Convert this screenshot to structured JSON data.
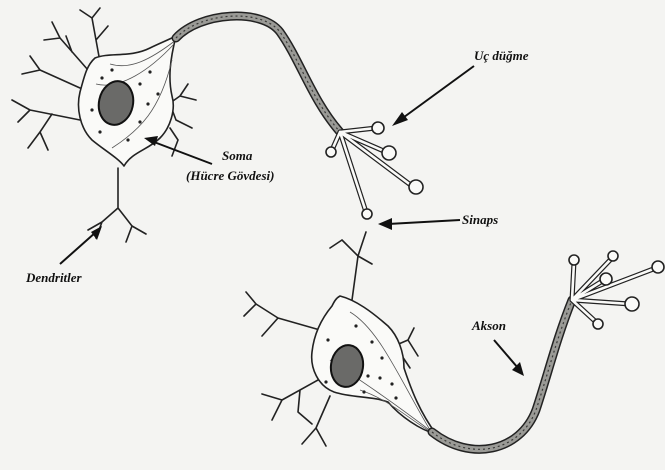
{
  "labels": {
    "terminal_button": "Uç düğme",
    "soma_line1": "Soma",
    "soma_line2": "(Hücre Gövdesi)",
    "synapse": "Sinaps",
    "dendrites": "Dendritler",
    "axon": "Akson"
  }
}
